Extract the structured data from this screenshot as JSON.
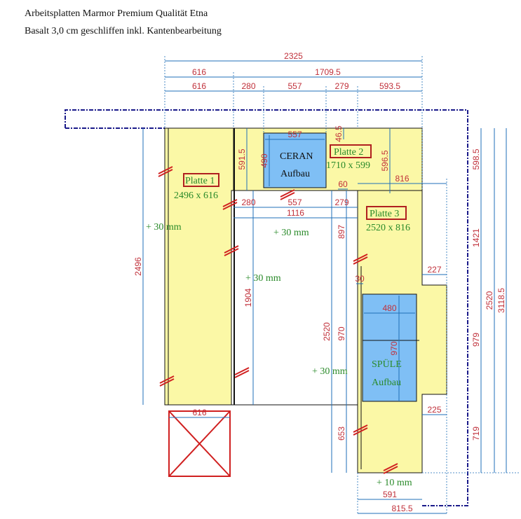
{
  "header": {
    "line1": "Arbeitsplatten Marmor Premium Qualität Etna",
    "line2": "Basalt 3,0 cm geschliffen inkl. Kantenbearbeitung"
  },
  "plates": [
    {
      "name": "Platte 1",
      "size": "2496 x 616"
    },
    {
      "name": "Platte 2",
      "size": "1710 x 599"
    },
    {
      "name": "Platte 3",
      "size": "2520 x 816"
    }
  ],
  "cutouts": {
    "ceran_1": "CERAN",
    "ceran_2": "Aufbau",
    "sink_1": "SPÜLE",
    "sink_2": "Aufbau"
  },
  "edges": [
    "+ 30 mm",
    "+ 30 mm",
    "+ 30 mm",
    "+ 30 mm",
    "+ 10 mm"
  ],
  "dimensions": [
    "2325",
    "616",
    "1709.5",
    "616",
    "280",
    "557",
    "279",
    "593.5",
    "2496",
    "591.5",
    "490",
    "46.5",
    "596.5",
    "598.5",
    "1421",
    "979",
    "719",
    "2520",
    "3118.5",
    "1904",
    "897",
    "2520",
    "970",
    "653",
    "970",
    "557",
    "816",
    "280",
    "557",
    "279",
    "1116",
    "60",
    "227",
    "30",
    "480",
    "225",
    "616",
    "591",
    "815.5"
  ],
  "colors": {
    "plate": "#fbf8a6",
    "cutout": "#7fbff5",
    "dim": "#c0303a",
    "dimline": "#1f6fb8",
    "wall": "#1a1a8a",
    "label": "#2a8a2a"
  }
}
